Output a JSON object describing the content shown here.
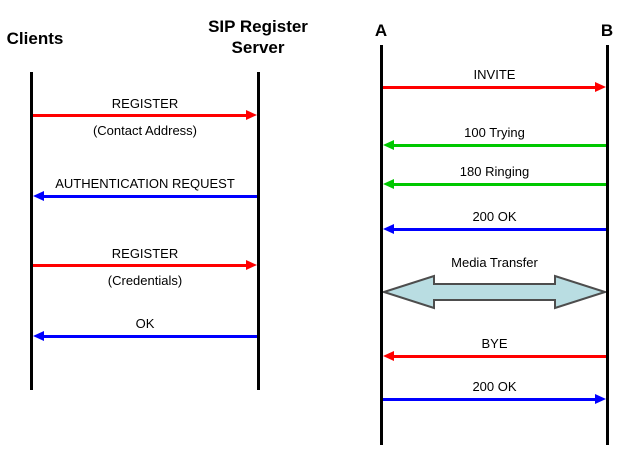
{
  "diagrams": {
    "register": {
      "left_actor": "Clients",
      "right_actor": "SIP Register\nServer",
      "messages": [
        {
          "label": "REGISTER",
          "sublabel": "(Contact Address)",
          "direction": "right",
          "color": "red"
        },
        {
          "label": "AUTHENTICATION REQUEST",
          "direction": "left",
          "color": "blue"
        },
        {
          "label": "REGISTER",
          "sublabel": "(Credentials)",
          "direction": "right",
          "color": "red"
        },
        {
          "label": "OK",
          "direction": "left",
          "color": "blue"
        }
      ]
    },
    "call": {
      "left_actor": "A",
      "right_actor": "B",
      "messages": [
        {
          "label": "INVITE",
          "direction": "right",
          "color": "red"
        },
        {
          "label": "100 Trying",
          "direction": "left",
          "color": "green"
        },
        {
          "label": "180 Ringing",
          "direction": "left",
          "color": "green"
        },
        {
          "label": "200 OK",
          "direction": "left",
          "color": "blue"
        },
        {
          "label": "Media Transfer",
          "direction": "both",
          "color": "media"
        },
        {
          "label": "BYE",
          "direction": "left",
          "color": "red"
        },
        {
          "label": "200 OK",
          "direction": "right",
          "color": "blue"
        }
      ]
    }
  },
  "colors": {
    "red": "#ff0000",
    "blue": "#0000ff",
    "green": "#00c800",
    "media_fill": "#b9dde2",
    "media_outline": "#4d4d4d",
    "lifeline": "#000000",
    "text": "#000000",
    "background": "#ffffff"
  }
}
